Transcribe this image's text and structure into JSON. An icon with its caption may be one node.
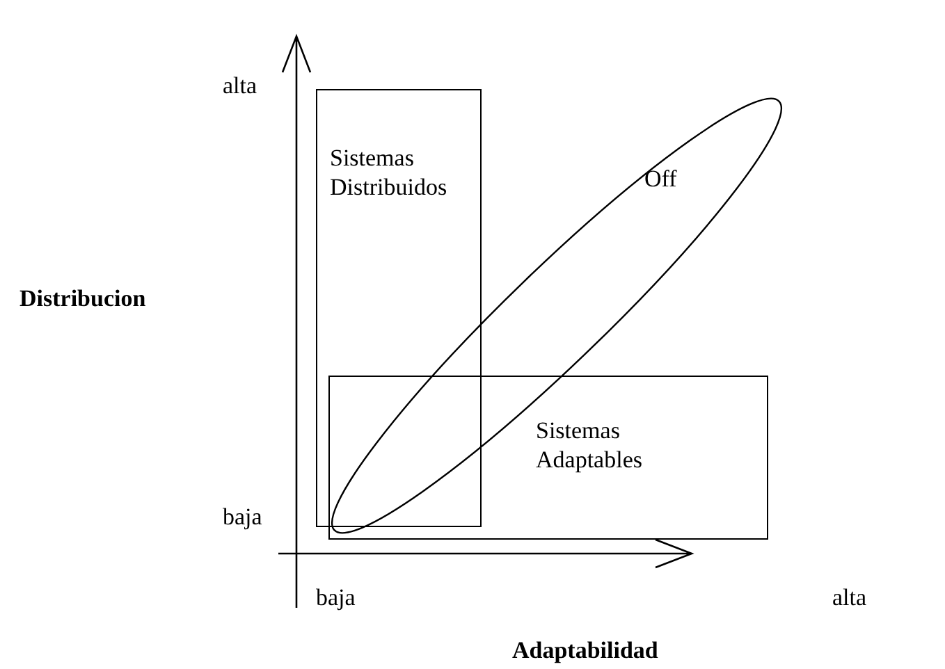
{
  "diagram": {
    "nodes": [
      {
        "text": [
          "Sistemas Distribuidos"
        ]
      },
      {
        "text": [
          "Sistemas Adaptables"
        ]
      },
      {
        "text": [
          "Off"
        ]
      }
    ],
    "labels": [
      "alta",
      "baja",
      "Distribucion",
      "baja",
      "alta",
      "Adaptabilidad"
    ]
  }
}
